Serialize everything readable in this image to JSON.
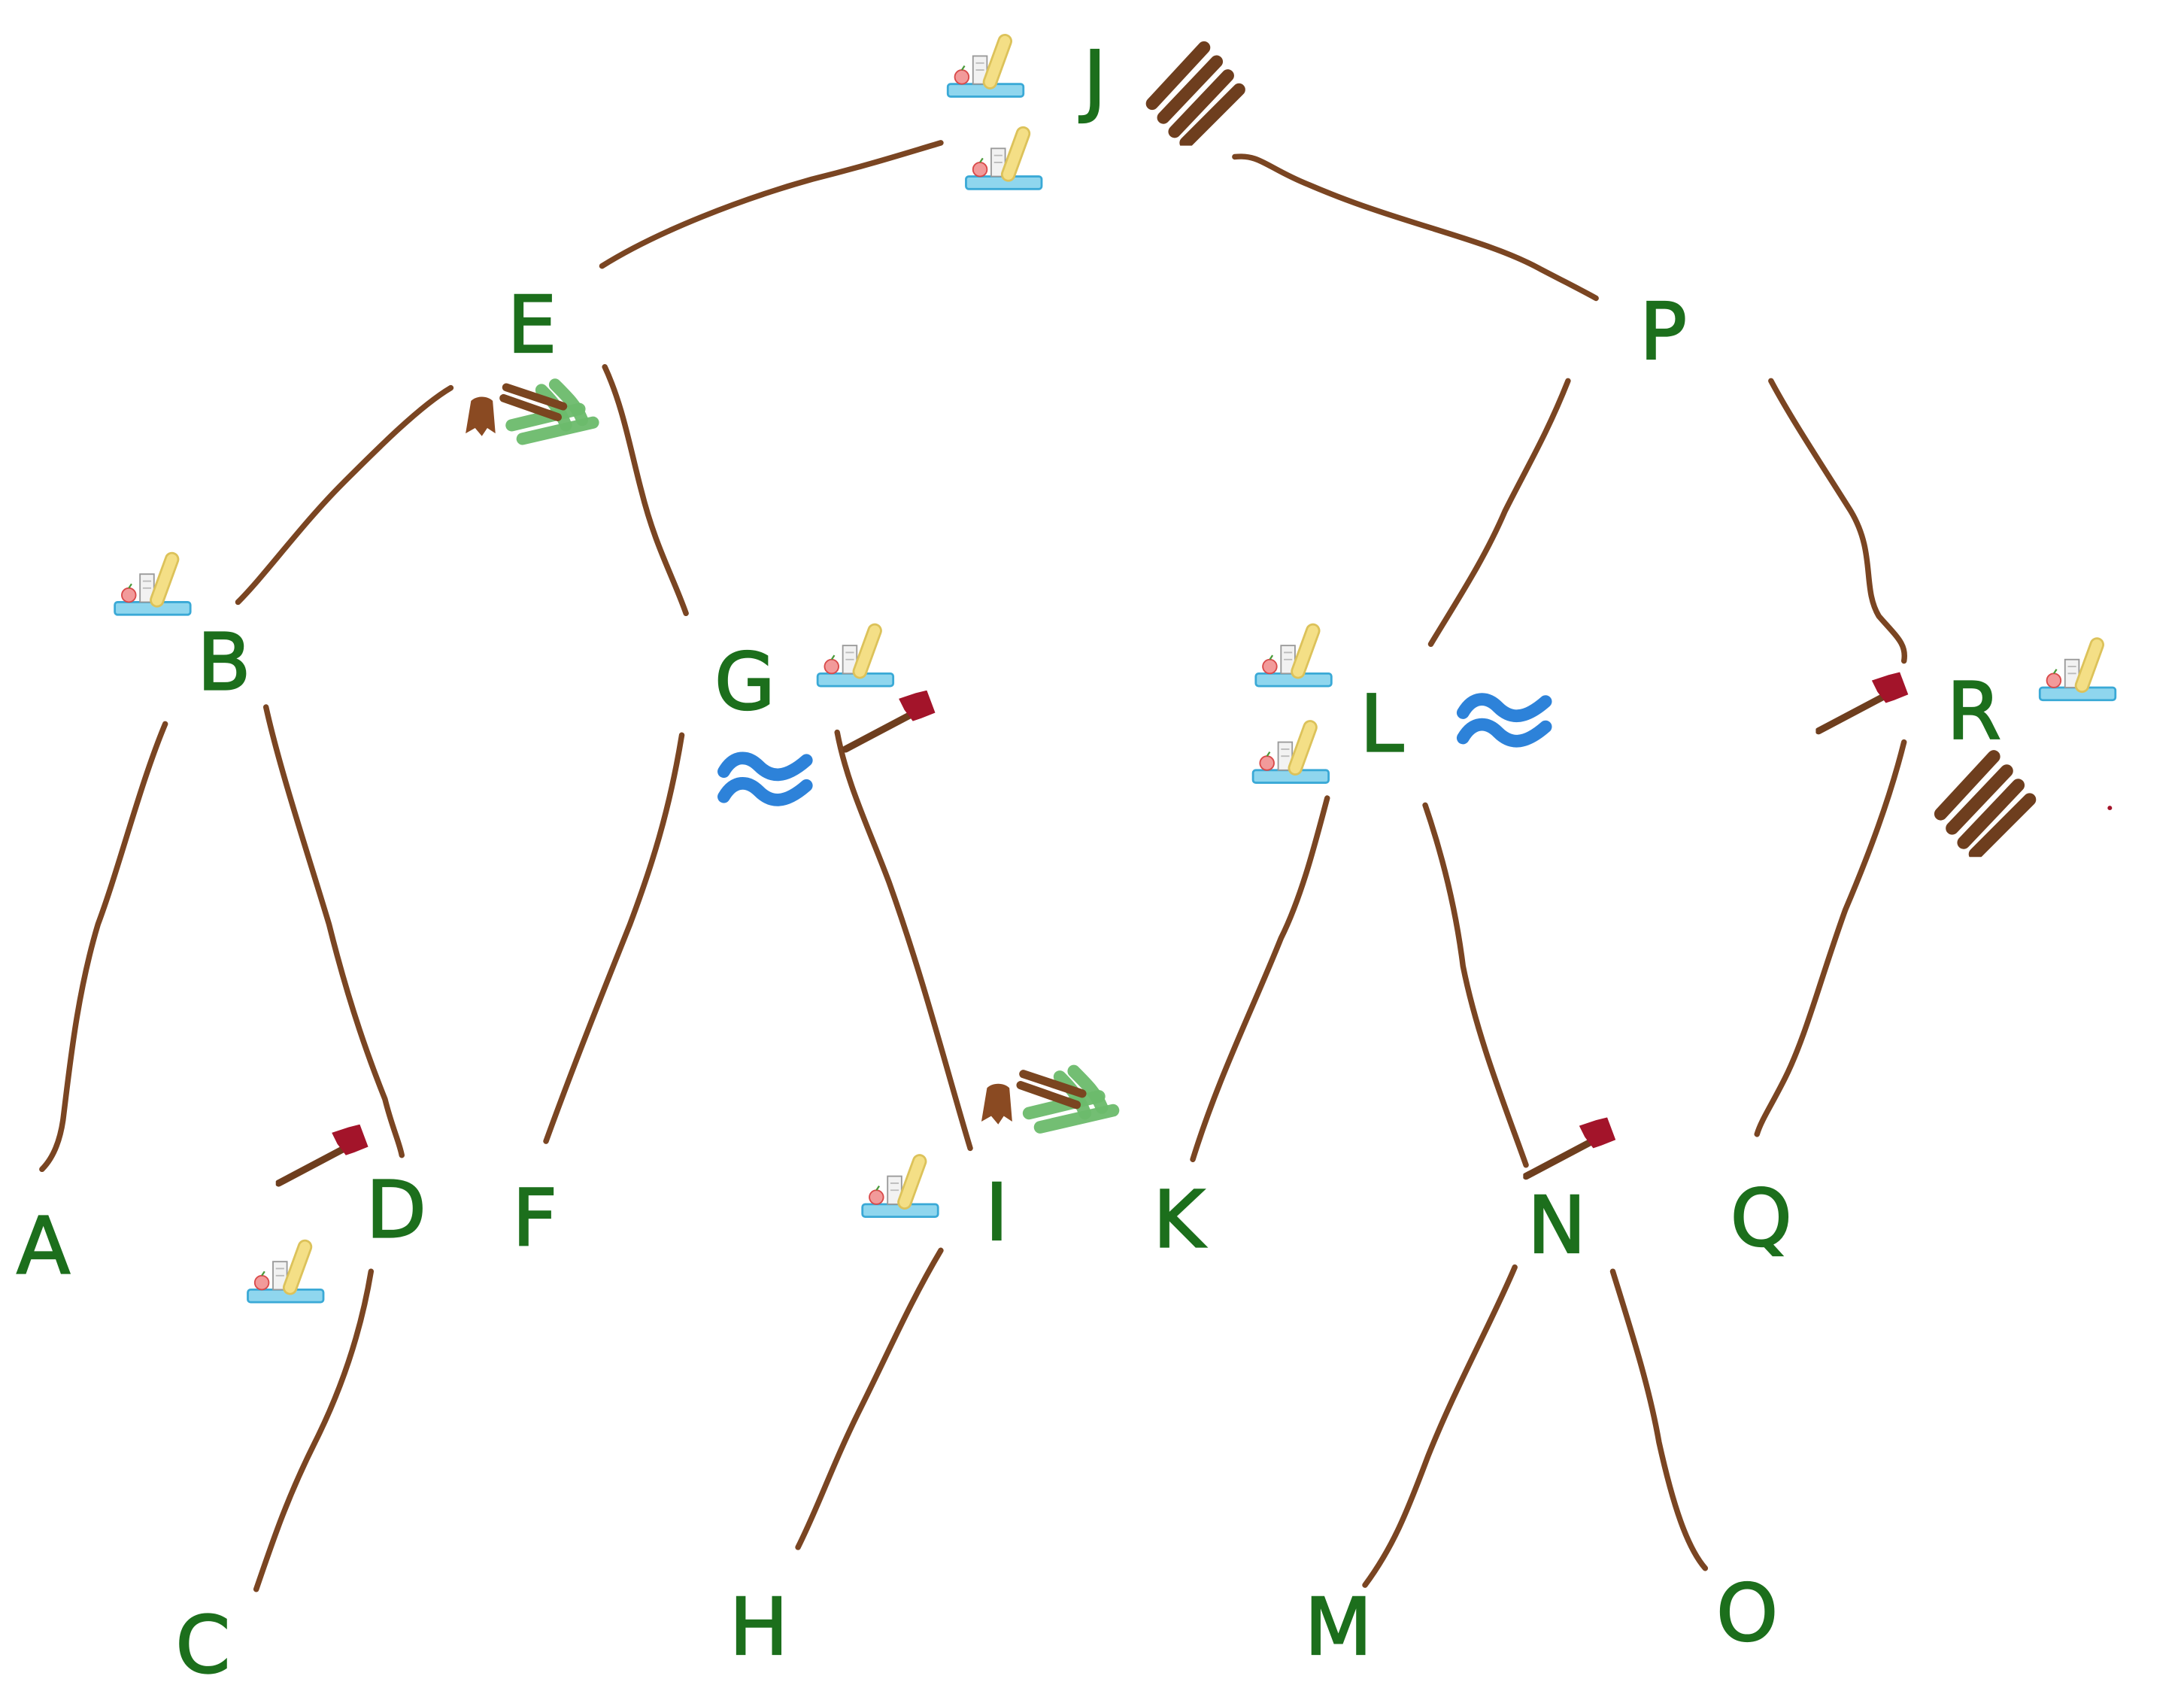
{
  "diagram": {
    "nodes": [
      "J",
      "E",
      "P",
      "B",
      "G",
      "L",
      "R",
      "A",
      "D",
      "F",
      "I",
      "K",
      "N",
      "Q",
      "C",
      "H",
      "M",
      "O"
    ]
  },
  "node_icons": [
    {
      "node_index": 0,
      "icons": [
        "food-basket-icon",
        "food-basket-icon",
        "lumber-pile-icon"
      ]
    },
    {
      "node_index": 1,
      "icons": [
        "stump-and-logs-icon"
      ]
    },
    {
      "node_index": 3,
      "icons": [
        "food-basket-icon"
      ]
    },
    {
      "node_index": 4,
      "icons": [
        "food-basket-icon",
        "water-icon",
        "axe-icon"
      ]
    },
    {
      "node_index": 5,
      "icons": [
        "food-basket-icon",
        "food-basket-icon",
        "water-icon"
      ]
    },
    {
      "node_index": 6,
      "icons": [
        "axe-icon",
        "food-basket-icon",
        "lumber-pile-icon"
      ]
    },
    {
      "node_index": 8,
      "icons": [
        "axe-icon",
        "food-basket-icon"
      ]
    },
    {
      "node_index": 10,
      "icons": [
        "stump-and-logs-icon",
        "food-basket-icon"
      ]
    },
    {
      "node_index": 12,
      "icons": [
        "axe-icon"
      ]
    }
  ],
  "colors": {
    "node_label": "#1c6f1c",
    "edge": "#7a4522",
    "water": "#2d82d9",
    "axe_head": "#a3142a",
    "lumber": "#6e3e1e",
    "bush": "#6cba6c",
    "tray": "#8fd6ee",
    "baguette": "#f4df86"
  }
}
